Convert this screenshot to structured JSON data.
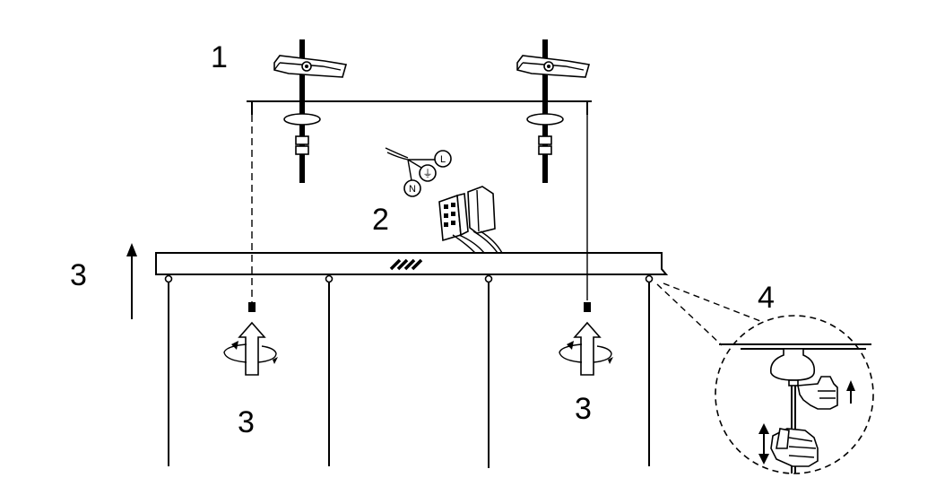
{
  "steps": {
    "step_1": "1",
    "step_2": "2",
    "step_3_left": "3",
    "step_3_center_left": "3",
    "step_3_center_right": "3",
    "step_4": "4"
  },
  "wiring_terminals": {
    "neutral": "N",
    "ground": "⏚",
    "live": "L"
  },
  "colors": {
    "line": "#000000",
    "background": "#ffffff"
  },
  "icons": [
    "mounting-bracket-icon",
    "wire-connector-icon",
    "terminal-block-icon",
    "rotate-arrow-icon",
    "hand-pull-icon",
    "up-arrow-icon",
    "magnifier-circle-icon"
  ]
}
